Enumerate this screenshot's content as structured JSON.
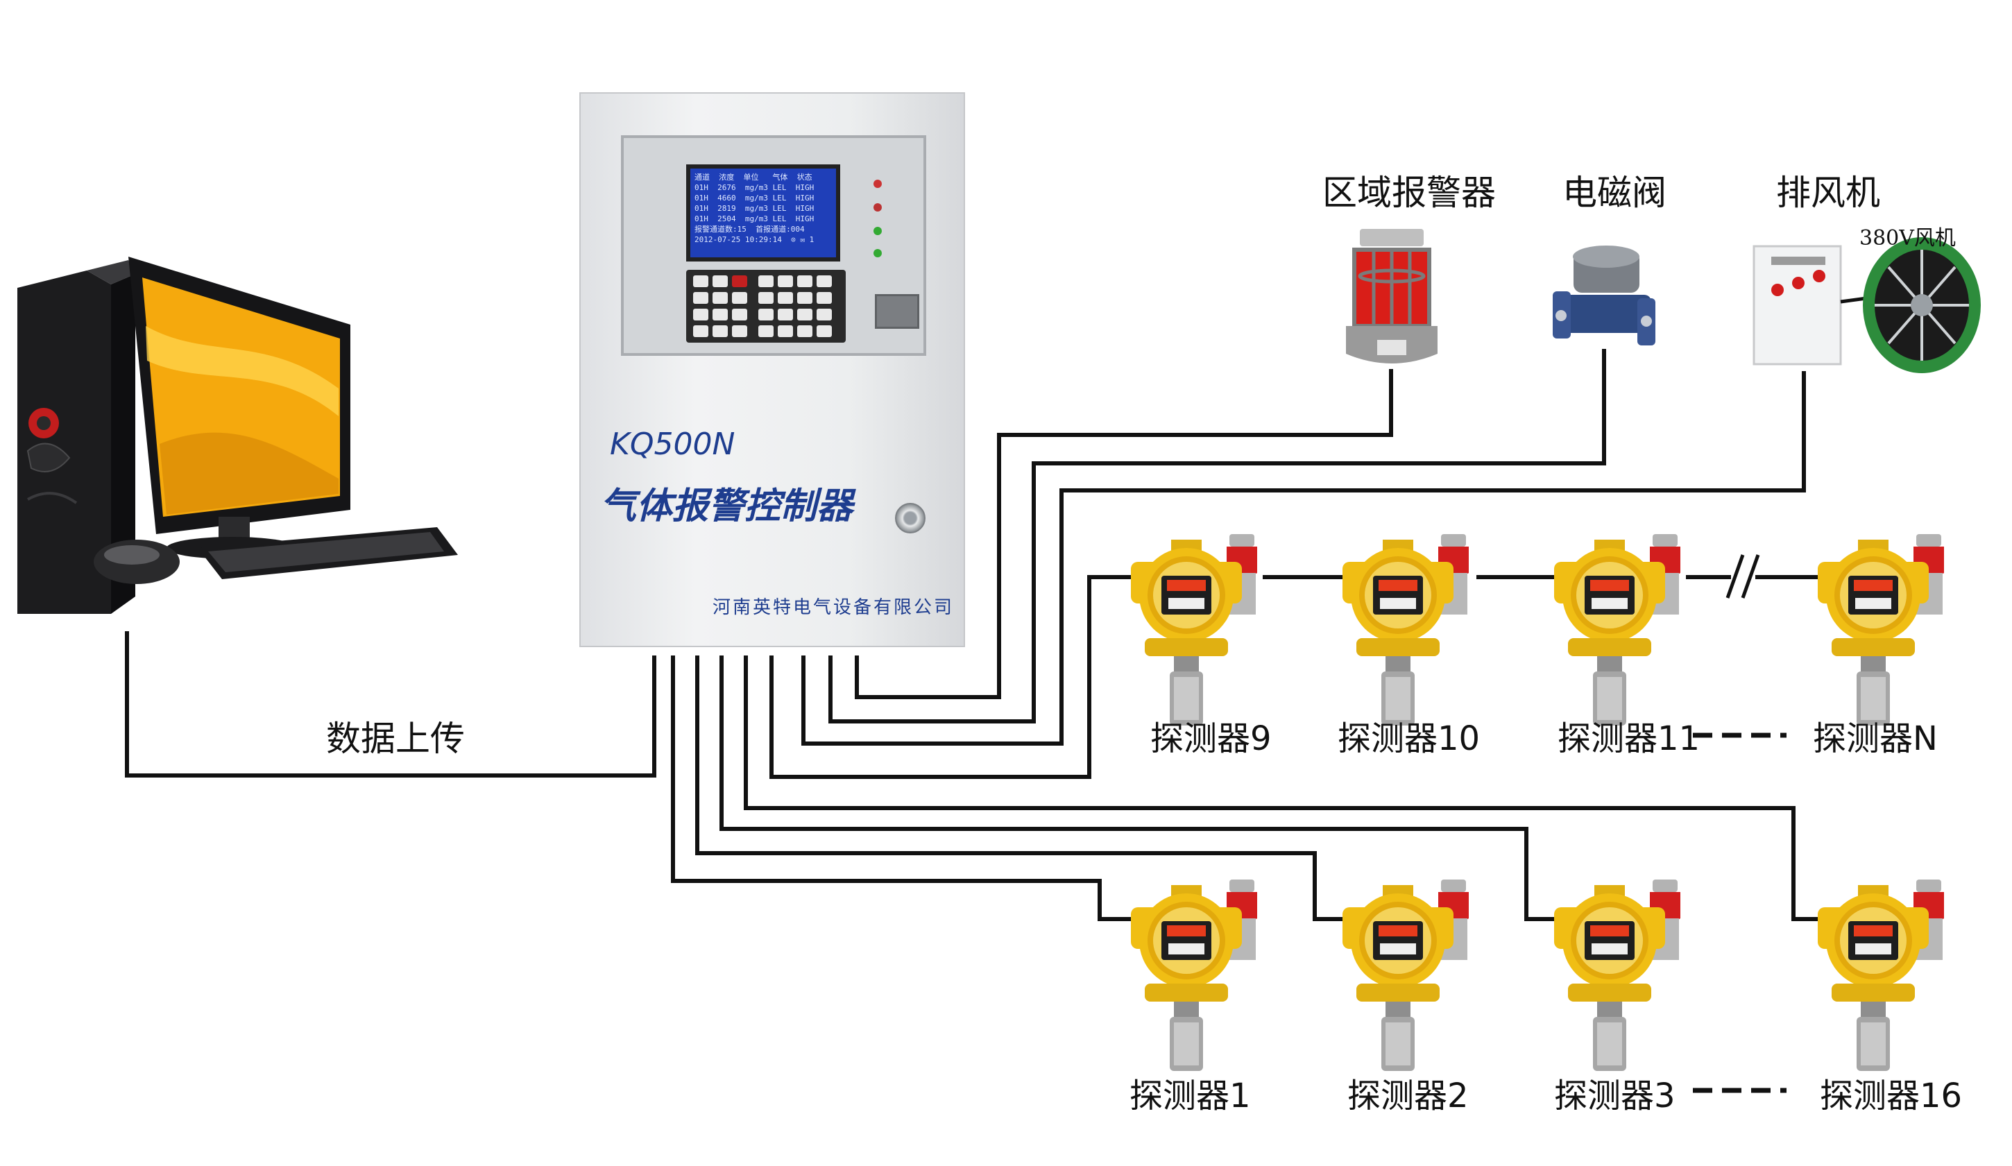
{
  "devices": {
    "computer": {
      "icon": "desktop-computer-icon"
    },
    "controller": {
      "model": "KQ500N",
      "name": "气体报警控制器",
      "company": "河南英特电气设备有限公司",
      "screen_lines": [
        "通道  浓度  单位   气体  状态",
        "01H  2676  mg/m3 LEL  HIGH",
        "01H  4660  mg/m3 LEL  HIGH",
        "01H  2819  mg/m3 LEL  HIGH",
        "01H  2504  mg/m3 LEL  HIGH",
        "报警通道数:15  首报通道:004",
        "2012-07-25 10:29:14  ⊙ ✉ 1"
      ]
    },
    "alarm": {
      "label": "区域报警器",
      "icon": "area-alarm-icon"
    },
    "valve": {
      "label": "电磁阀",
      "icon": "solenoid-valve-icon"
    },
    "fan": {
      "label": "排风机",
      "fan_note": "380V风机",
      "icon": "exhaust-fan-icon"
    }
  },
  "links": {
    "upload_label": "数据上传"
  },
  "detectors_top": [
    {
      "label": "探测器9"
    },
    {
      "label": "探测器10"
    },
    {
      "label": "探测器11"
    },
    {
      "label": "探测器N"
    }
  ],
  "detectors_bottom": [
    {
      "label": "探测器1"
    },
    {
      "label": "探测器2"
    },
    {
      "label": "探测器3"
    },
    {
      "label": "探测器16"
    }
  ],
  "colors": {
    "wire": "#111111",
    "detector_body": "#f0be14",
    "beacon": "#d41f1f",
    "screen": "#1f3fb8",
    "brand_text": "#1e3d8f"
  }
}
